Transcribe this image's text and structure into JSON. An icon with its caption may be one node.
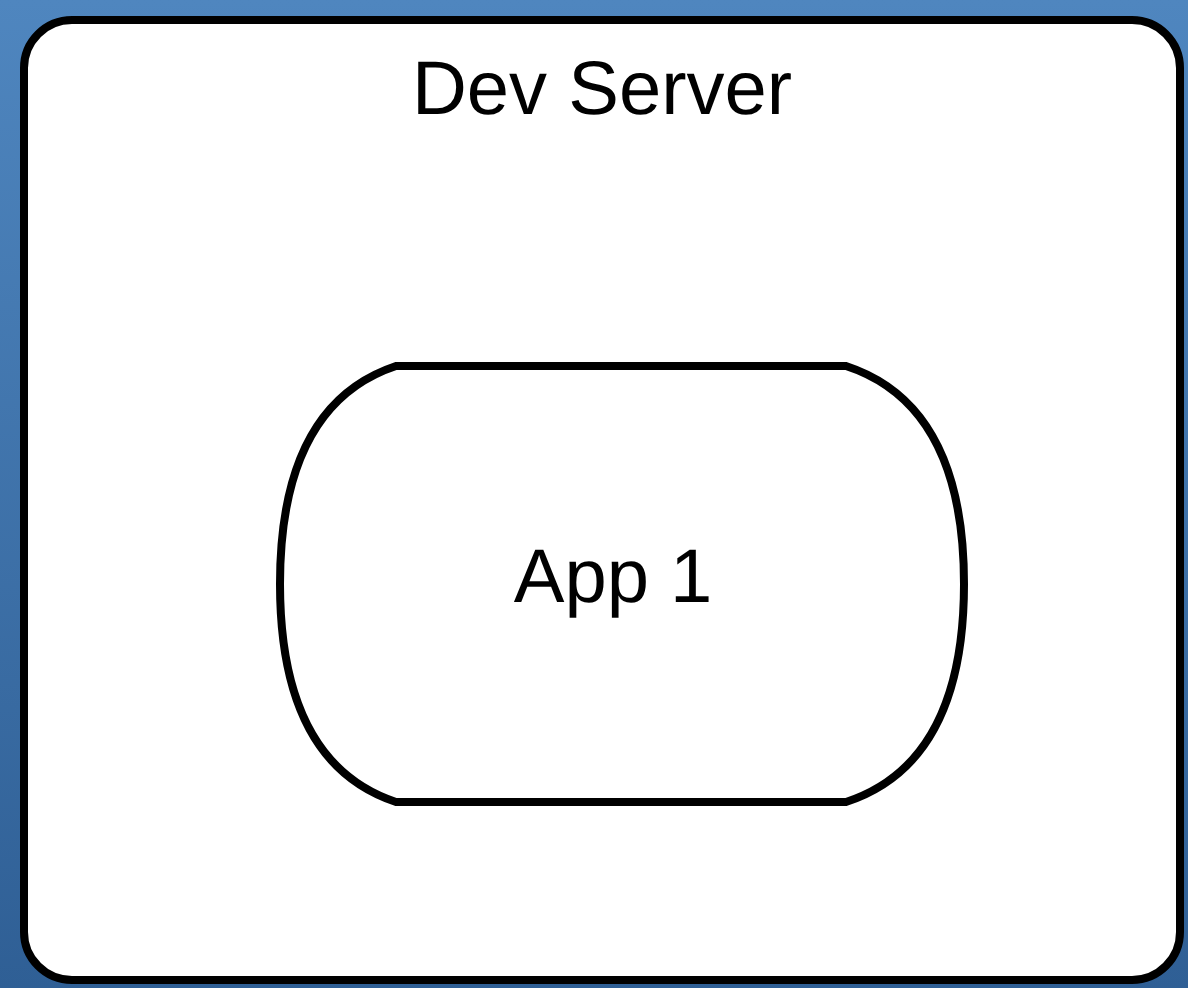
{
  "diagram": {
    "nodes": [
      {
        "text": [
          "Dev Server"
        ]
      },
      {
        "text": [
          "App 1"
        ],
        "in": 0
      }
    ]
  }
}
